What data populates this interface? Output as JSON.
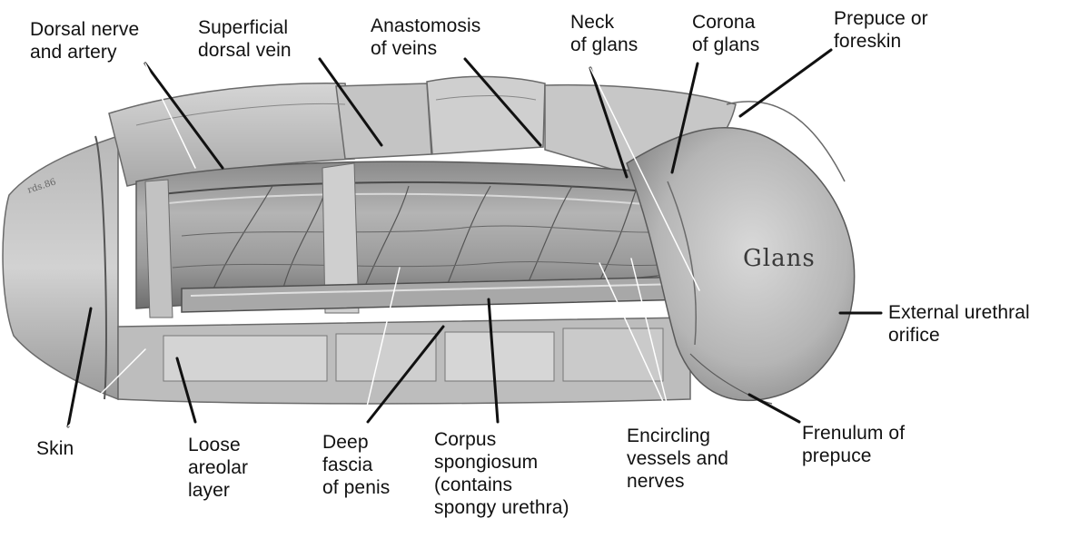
{
  "labels": {
    "dorsal_nerve": "Dorsal nerve\nand artery",
    "superficial_vein": "Superficial\ndorsal vein",
    "anastomosis": "Anastomosis\nof veins",
    "neck": "Neck\nof glans",
    "corona": "Corona\nof glans",
    "prepuce": "Prepuce or\nforeskin",
    "glans": "Glans",
    "urethral_orifice": "External urethral\norifice",
    "frenulum": "Frenulum of\nprepuce",
    "encircling": "Encircling\nvessels and\nnerves",
    "corpus": "Corpus\nspongiosum\n(contains\nspongy urethra)",
    "deep_fascia": "Deep\nfascia\nof penis",
    "loose_areolar": "Loose\nareolar\nlayer",
    "skin": "Skin"
  },
  "colors": {
    "background": "#ffffff",
    "tissue_dark": "#6f6f6f",
    "tissue_mid": "#9c9c9c",
    "tissue_light": "#c9c9c9",
    "leader_line": "#111111",
    "text": "#111111"
  }
}
